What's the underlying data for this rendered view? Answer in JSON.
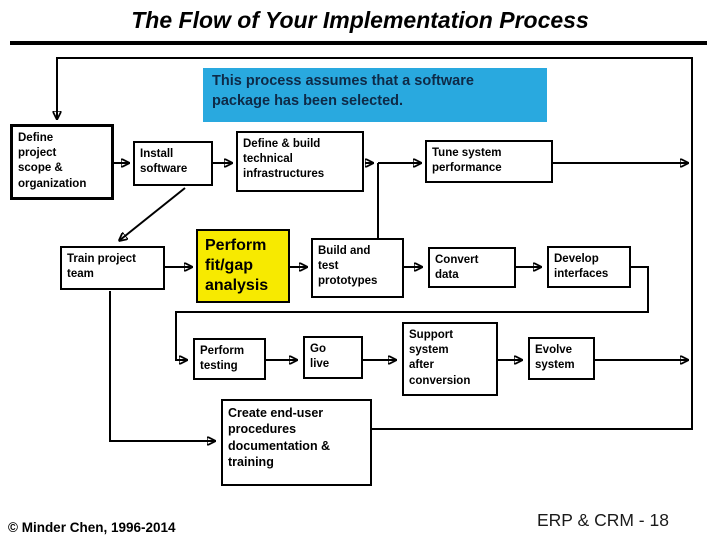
{
  "title": "The Flow of Your Implementation Process",
  "banner": {
    "text": "This process assumes that a software\npackage has been selected."
  },
  "nodes": {
    "define_scope": {
      "label": "Define\nproject\nscope &\norganization"
    },
    "install": {
      "label": "Install\nsoftware"
    },
    "define_build": {
      "label": "Define & build\ntechnical\ninfrastructures"
    },
    "tune": {
      "label": "Tune system\nperformance"
    },
    "train": {
      "label": "Train project\nteam"
    },
    "fitgap": {
      "label": "Perform\nfit/gap\nanalysis"
    },
    "build_test": {
      "label": "Build and\ntest\nprototypes"
    },
    "convert": {
      "label": "Convert\ndata"
    },
    "develop": {
      "label": "Develop\ninterfaces"
    },
    "testing": {
      "label": "Perform\ntesting"
    },
    "golive": {
      "label": "Go\nlive"
    },
    "support": {
      "label": "Support\nsystem\nafter\nconversion"
    },
    "evolve": {
      "label": "Evolve\nsystem"
    },
    "create": {
      "label": "Create end-user\nprocedures\ndocumentation &\ntraining"
    }
  },
  "footer": {
    "copyright": "© Minder Chen, 1996-2014",
    "page_label": "ERP & CRM - 18"
  },
  "colors": {
    "banner_cyan": "#29A9DF",
    "banner_text": "#0E2A47",
    "highlight_yellow": "#F7EA00",
    "line_black": "#000000"
  }
}
